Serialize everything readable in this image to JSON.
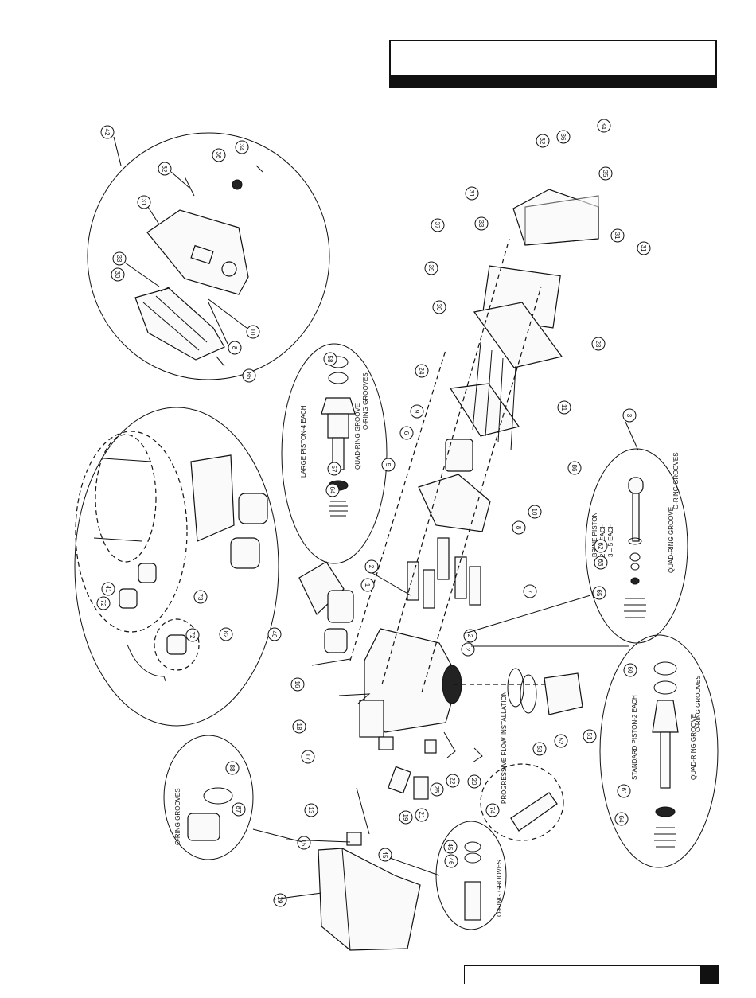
{
  "labels": {
    "large_piston": "LARGE PISTON-4 EACH",
    "large_oring": "O-RING GROOVES",
    "large_quad": "QUAD-RING GROOVE",
    "brine_title": "BRINE PISTON",
    "brine_qty1": "2 = 1 EACH",
    "brine_qty2": "3 = 5 EACH",
    "brine_oring": "O-RING GROOVES",
    "brine_quad": "QUAD-RING GROOVE",
    "standard_piston": "STANDARD PISTON-2 EACH",
    "std_oring": "O-RING GROOVES",
    "std_quad": "QUAD-RING GROOVE",
    "left_oring": "O-RING GROOVES",
    "bottom_oring": "O-RING GROOVES",
    "progressive": "PROGRESSIVE FLOW INSTALLATION"
  },
  "callouts": [
    "42",
    "32",
    "36",
    "34",
    "31",
    "33",
    "30",
    "8",
    "10",
    "86",
    "58",
    "57",
    "64",
    "34",
    "36",
    "35",
    "32",
    "31",
    "33",
    "37",
    "39",
    "31",
    "31",
    "30",
    "23",
    "24",
    "9",
    "6",
    "11",
    "86",
    "5",
    "10",
    "8",
    "7",
    "2",
    "1",
    "2",
    "2",
    "3",
    "62",
    "63",
    "65",
    "41",
    "72",
    "73",
    "72",
    "82",
    "40",
    "16",
    "18",
    "17",
    "13",
    "15",
    "45",
    "19",
    "21",
    "25",
    "22",
    "20",
    "53",
    "52",
    "51",
    "88",
    "87",
    "29",
    "45",
    "46",
    "74",
    "61",
    "64",
    "60"
  ]
}
